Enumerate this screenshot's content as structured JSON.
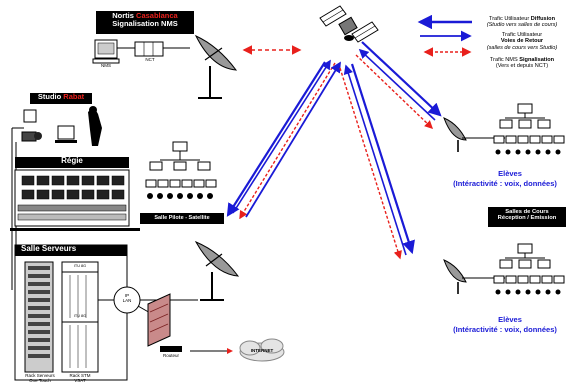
{
  "nms_box": {
    "title_black": "Nortis",
    "title_red": "Casablanca",
    "subtitle": "Signalisation NMS",
    "nms_label": "NMS",
    "nct_label": "NCT"
  },
  "studio_box": {
    "title_black": "Studio",
    "title_red": "Rabat"
  },
  "regie": {
    "title": "Régie"
  },
  "salle_serveurs": {
    "title": "Salle Serveurs"
  },
  "salle_pilote": {
    "label": "Salle Pilote - Satellite"
  },
  "legend": {
    "item1_a": "Trafic Utilisateur",
    "item1_b": "Diffusion",
    "item1_c": "(Studio vers salles de cours)",
    "item2_a": "Trafic Utilisateur",
    "item2_b": "Voies de Retour",
    "item2_c": "(salles de cours vers Studio)",
    "item3_a": "Trafic NMS",
    "item3_b": "Signalisation",
    "item3_c": "(Vers et depuis NCT)"
  },
  "eleves_top": {
    "title": "Elèves",
    "subtitle": "(Intéractivité : voix, données)"
  },
  "salles_cours": {
    "line1": "Salles de Cours",
    "line2": "Réception / Emission"
  },
  "eleves_bottom": {
    "title": "Elèves",
    "subtitle": "(Intéractivité : voix, données)"
  },
  "network": {
    "ip_lan": "IP\nLAN",
    "routeur": "Routeur",
    "internet": "INTERNET",
    "rack1": "Rack Serveurs\nOne Touch",
    "rack2": "Rack STM\nVSAT",
    "rack_tag": "ITU 8G"
  },
  "colors": {
    "blue": "#1a1ad6",
    "red": "#e8201c",
    "black": "#000000"
  }
}
